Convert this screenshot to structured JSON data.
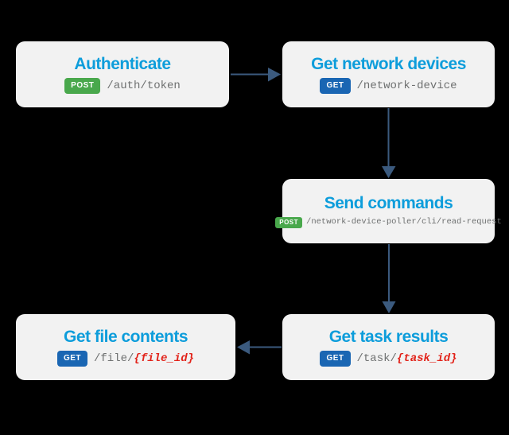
{
  "colors": {
    "background": "#000000",
    "box_bg": "#f2f2f2",
    "title_color": "#0d9ddb",
    "post_badge": "#49a84c",
    "get_badge": "#1a66b3",
    "badge_text": "#ffffff",
    "path_text": "#6e7070",
    "param_text": "#e2231a",
    "arrow": "#3b5a7e"
  },
  "steps": [
    {
      "title": "Authenticate",
      "method": "POST",
      "path": "/auth/token",
      "param": ""
    },
    {
      "title": "Get network devices",
      "method": "GET",
      "path": "/network-device",
      "param": ""
    },
    {
      "title": "Send commands",
      "method": "POST",
      "path": "/network-device-poller/cli/read-request",
      "param": ""
    },
    {
      "title": "Get task results",
      "method": "GET",
      "path": "/task/",
      "param": "{task_id}"
    },
    {
      "title": "Get file contents",
      "method": "GET",
      "path": "/file/",
      "param": "{file_id}"
    }
  ],
  "flow": [
    {
      "from": "Authenticate",
      "to": "Get network devices",
      "direction": "right"
    },
    {
      "from": "Get network devices",
      "to": "Send commands",
      "direction": "down"
    },
    {
      "from": "Send commands",
      "to": "Get task results",
      "direction": "down"
    },
    {
      "from": "Get task results",
      "to": "Get file contents",
      "direction": "left"
    }
  ]
}
